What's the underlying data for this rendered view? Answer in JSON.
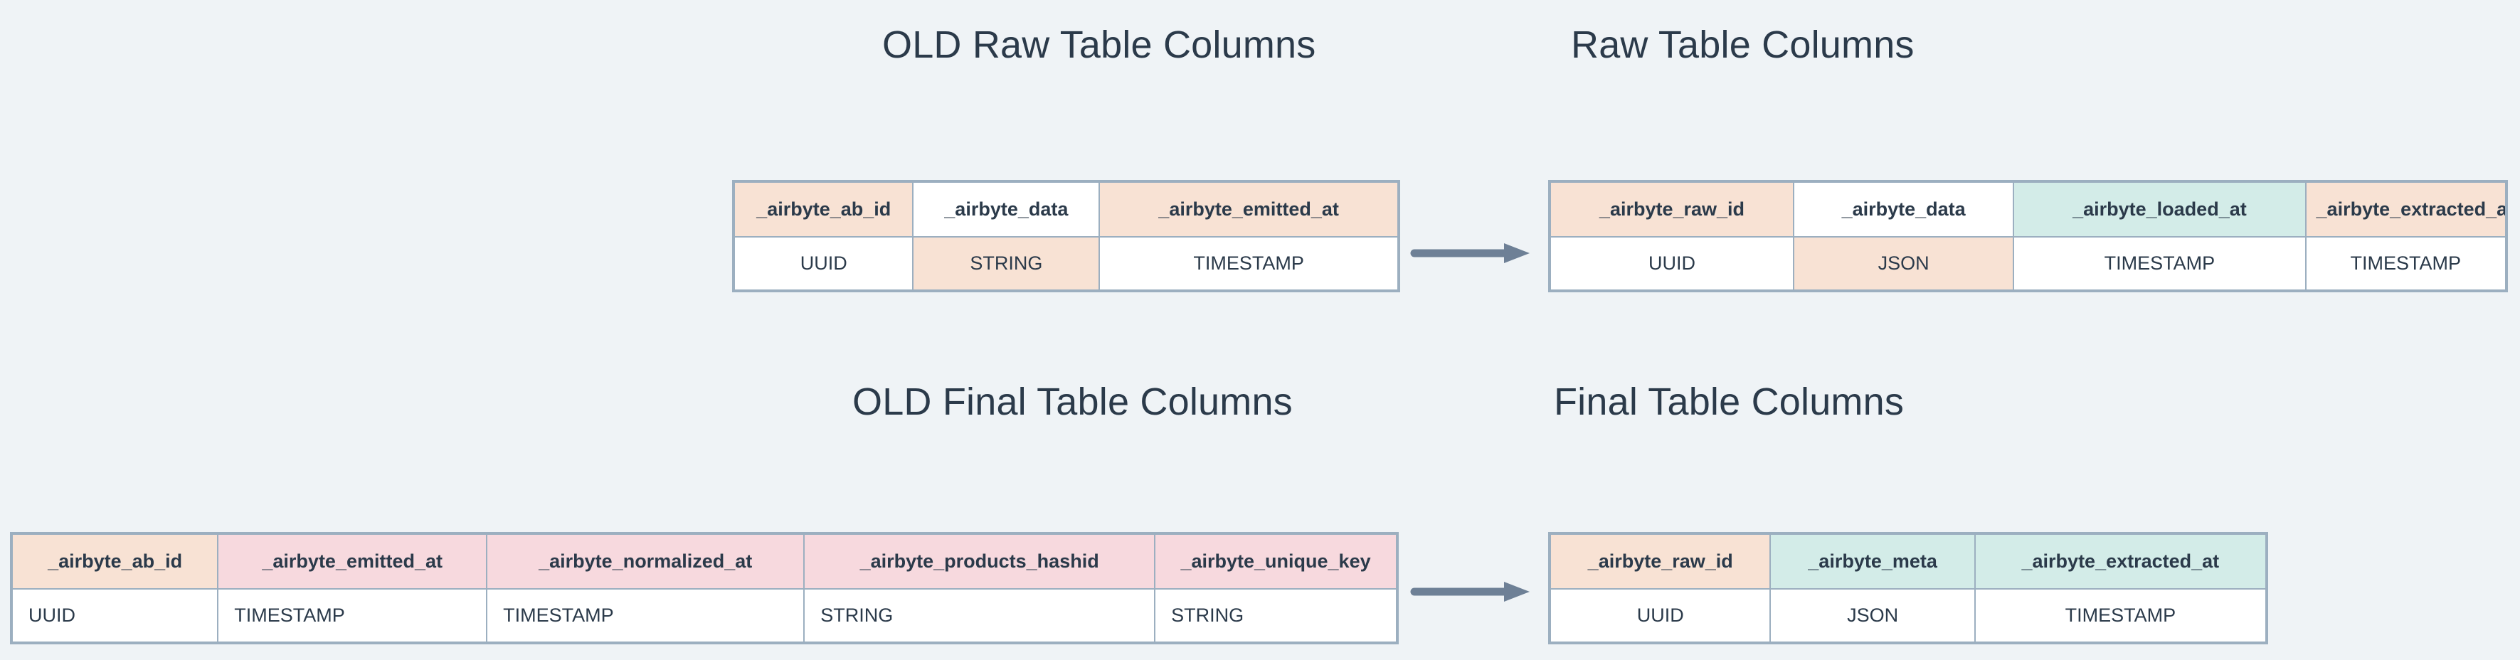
{
  "theme": {
    "background": "#eff3f6",
    "text": "#2b3a4a",
    "border": "#9cafc0",
    "fill_peach": "#f8e2d4",
    "fill_pink": "#f7d9de",
    "fill_teal": "#d3ece8",
    "arrow": "#6e8096"
  },
  "titles": {
    "old_raw": "OLD Raw Table Columns",
    "new_raw": "Raw Table Columns",
    "old_final": "OLD Final Table Columns",
    "new_final": "Final Table Columns"
  },
  "arrows": {
    "raw_label": "transforms-to-arrow",
    "final_label": "transforms-to-arrow"
  },
  "tables": {
    "old_raw": {
      "name": "OLD Raw Table Columns",
      "columns": [
        {
          "header": "_airbyte_ab_id",
          "type": "UUID",
          "header_fill": "peach",
          "cell_fill": "white"
        },
        {
          "header": "_airbyte_data",
          "type": "STRING",
          "header_fill": "white",
          "cell_fill": "peach"
        },
        {
          "header": "_airbyte_emitted_at",
          "type": "TIMESTAMP",
          "header_fill": "peach",
          "cell_fill": "white"
        }
      ],
      "widths": [
        "27%",
        "28%",
        "45%"
      ],
      "cell_align": "center"
    },
    "new_raw": {
      "name": "Raw Table Columns",
      "columns": [
        {
          "header": "_airbyte_raw_id",
          "type": "UUID",
          "header_fill": "peach",
          "cell_fill": "white"
        },
        {
          "header": "_airbyte_data",
          "type": "JSON",
          "header_fill": "white",
          "cell_fill": "peach"
        },
        {
          "header": "_airbyte_loaded_at",
          "type": "TIMESTAMP",
          "header_fill": "teal",
          "cell_fill": "white"
        },
        {
          "header": "_airbyte_extracted_at",
          "type": "TIMESTAMP",
          "header_fill": "peach",
          "cell_fill": "white"
        }
      ],
      "widths": [
        "25.5%",
        "23%",
        "30.5%",
        "21%"
      ],
      "cell_align": "center"
    },
    "old_final": {
      "name": "OLD Final Table Columns",
      "columns": [
        {
          "header": "_airbyte_ab_id",
          "type": "UUID",
          "header_fill": "peach",
          "cell_fill": "white"
        },
        {
          "header": "_airbyte_emitted_at",
          "type": "TIMESTAMP",
          "header_fill": "pink",
          "cell_fill": "white"
        },
        {
          "header": "_airbyte_normalized_at",
          "type": "TIMESTAMP",
          "header_fill": "pink",
          "cell_fill": "white"
        },
        {
          "header": "_airbyte_products_hashid",
          "type": "STRING",
          "header_fill": "pink",
          "cell_fill": "white"
        },
        {
          "header": "_airbyte_unique_key",
          "type": "STRING",
          "header_fill": "pink",
          "cell_fill": "white"
        }
      ],
      "widths": [
        "14.9%",
        "19.4%",
        "22.9%",
        "25.3%",
        "17.5%"
      ],
      "cell_align": "left"
    },
    "new_final": {
      "name": "Final Table Columns",
      "columns": [
        {
          "header": "_airbyte_raw_id",
          "type": "UUID",
          "header_fill": "peach",
          "cell_fill": "white"
        },
        {
          "header": "_airbyte_meta",
          "type": "JSON",
          "header_fill": "teal",
          "cell_fill": "white"
        },
        {
          "header": "_airbyte_extracted_at",
          "type": "TIMESTAMP",
          "header_fill": "teal",
          "cell_fill": "white"
        }
      ],
      "widths": [
        "30.8%",
        "28.5%",
        "40.7%"
      ],
      "cell_align": "center"
    }
  }
}
